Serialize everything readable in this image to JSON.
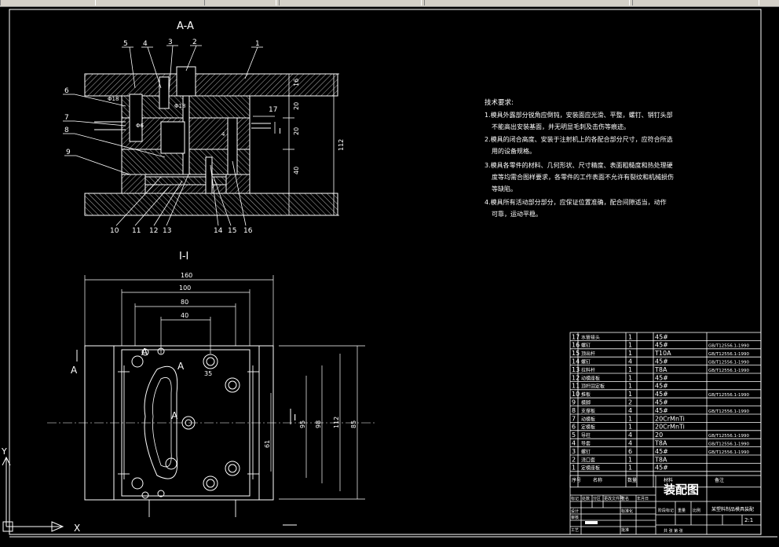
{
  "views": {
    "section_aa_title": "A-A",
    "section_ii_title": "I-I"
  },
  "section_aa": {
    "callouts_top": [
      "5",
      "4",
      "3",
      "2",
      "1"
    ],
    "callouts_left": [
      "6",
      "7",
      "8",
      "9"
    ],
    "callout_17": "17",
    "callouts_bottom": [
      "10",
      "11",
      "12",
      "13",
      "14",
      "15",
      "16"
    ],
    "dims_right": [
      "16",
      "20",
      "20",
      "40"
    ],
    "dim_total": "112",
    "small_dims": [
      "Φ18",
      "Φ18",
      "Φ6",
      "4"
    ],
    "mark_i": "I"
  },
  "plan_view": {
    "dim_160": "160",
    "dim_100": "100",
    "dim_80": "80",
    "dim_40": "40",
    "dim_35": "35",
    "dim_61": "61",
    "dim_95": "95",
    "dim_98": "98",
    "dim_112": "112",
    "dim_85": "85",
    "mark_a": "A",
    "mark_i": "I"
  },
  "tech_requirements": {
    "title": "技术要求:",
    "items": [
      "1.模具外露部分锐角应倒钝，安装面应光滑、平整，螺钉、销钉头部",
      "不能高出安装基面，并无明显毛刺及击伤等痕迹。",
      "2.模具的闭合高度、安装于注射机上的各配合部分尺寸，应符合所选",
      "用的设备规格。",
      "3.模具各零件的材料、几何形状、尺寸精度、表面粗糙度和热处理硬",
      "度等均需合图样要求，各零件的工作表面不允许有裂纹和机械损伤",
      "等缺陷。",
      "4.模具所有活动部分部分，应保证位置准确，配合间隙适当，动作",
      "可靠，运动平稳。"
    ]
  },
  "parts_list": {
    "rows": [
      {
        "no": "17",
        "name": "水管接头",
        "qty": "1",
        "mat": "45#",
        "std": ""
      },
      {
        "no": "16",
        "name": "螺钉",
        "qty": "1",
        "mat": "45#",
        "std": "GB/T12556.1-1990"
      },
      {
        "no": "15",
        "name": "顶出杆",
        "qty": "1",
        "mat": "T10A",
        "std": "GB/T12556.1-1990"
      },
      {
        "no": "14",
        "name": "螺钉",
        "qty": "4",
        "mat": "45#",
        "std": "GB/T12556.1-1990"
      },
      {
        "no": "13",
        "name": "拉料杆",
        "qty": "1",
        "mat": "T8A",
        "std": "GB/T12556.1-1990"
      },
      {
        "no": "12",
        "name": "动模座板",
        "qty": "1",
        "mat": "45#",
        "std": ""
      },
      {
        "no": "11",
        "name": "顶杆固定板",
        "qty": "1",
        "mat": "45#",
        "std": ""
      },
      {
        "no": "10",
        "name": "推板",
        "qty": "1",
        "mat": "45#",
        "std": "GB/T12556.1-1990"
      },
      {
        "no": "9",
        "name": "模脚",
        "qty": "2",
        "mat": "45#",
        "std": ""
      },
      {
        "no": "8",
        "name": "支撑板",
        "qty": "4",
        "mat": "45#",
        "std": "GB/T12556.1-1990"
      },
      {
        "no": "7",
        "name": "动模板",
        "qty": "1",
        "mat": "20CrMnTi",
        "std": ""
      },
      {
        "no": "6",
        "name": "定模板",
        "qty": "1",
        "mat": "20CrMnTi",
        "std": ""
      },
      {
        "no": "5",
        "name": "导柱",
        "qty": "4",
        "mat": "20",
        "std": "GB/T12556.1-1990"
      },
      {
        "no": "4",
        "name": "导套",
        "qty": "4",
        "mat": "T8A",
        "std": "GB/T12556.1-1990"
      },
      {
        "no": "3",
        "name": "螺钉",
        "qty": "6",
        "mat": "45#",
        "std": "GB/T12556.1-1990"
      },
      {
        "no": "2",
        "name": "浇口套",
        "qty": "1",
        "mat": "T8A",
        "std": ""
      },
      {
        "no": "1",
        "name": "定模座板",
        "qty": "1",
        "mat": "45#",
        "std": ""
      }
    ],
    "header": {
      "no": "序号",
      "name": "名称",
      "qty": "数量",
      "mat": "材料",
      "std": "备注"
    }
  },
  "title_block": {
    "drawing_title": "装配图",
    "company": "某塑料制品模具装配",
    "scale": "2:1",
    "row_labels": [
      "标记",
      "处数",
      "分区",
      "更改文件号",
      "签名",
      "年月日"
    ],
    "designer": "设计",
    "check": "审核",
    "process": "工艺",
    "approve": "批准",
    "std_label": "标准化",
    "stage_label": "阶段标记",
    "weight_label": "重量",
    "ratio_label": "比例",
    "sheet_label": "共 张 第 张"
  },
  "ucs": {
    "x": "X",
    "y": "Y"
  }
}
